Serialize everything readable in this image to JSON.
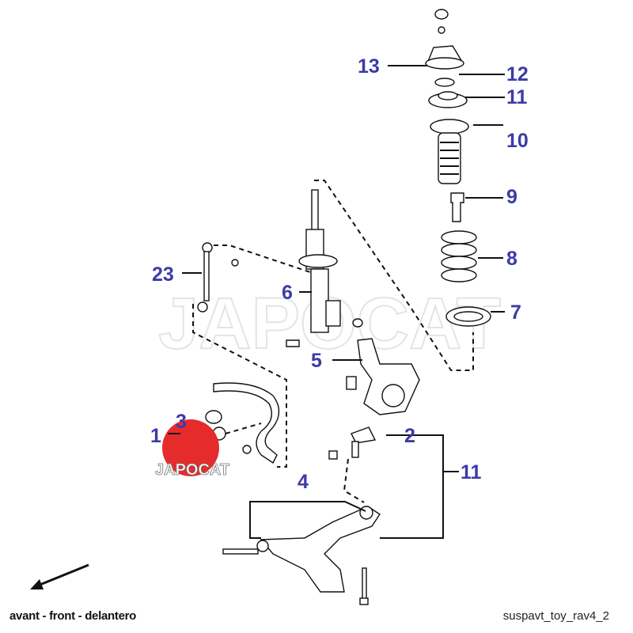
{
  "watermark": "JAPOCAT",
  "logo": {
    "text": "JAPOCAT",
    "color": "#e52b2b"
  },
  "label_color": "#3b3ba6",
  "callouts": {
    "c13": "13",
    "c12": "12",
    "c11_top": "11",
    "c10": "10",
    "c9": "9",
    "c8": "8",
    "c7": "7",
    "c23": "23",
    "c6": "6",
    "c5": "5",
    "c2": "2",
    "c11_bottom": "11",
    "c4": "4",
    "c1": "1",
    "c3": "3"
  },
  "direction": {
    "icon": "arrow-front-left-icon",
    "caption": "avant - front - delantero"
  },
  "diagram_code": "suspavt_toy_rav4_2"
}
